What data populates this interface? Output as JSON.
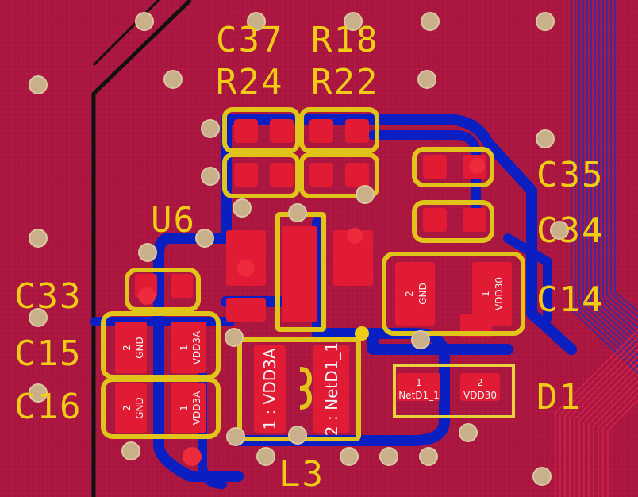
{
  "canvas": {
    "board_color": "#a8153f",
    "copper_color": "#e01b33",
    "trace_color": "#0a1fc2",
    "silk_color": "#f0cc14",
    "via_color": "#c9b08a"
  },
  "designators": {
    "c37": "C37",
    "r18": "R18",
    "r24": "R24",
    "r22": "R22",
    "c35": "C35",
    "c34": "C34",
    "u6": "U6",
    "c33": "C33",
    "c14": "C14",
    "c15": "C15",
    "c16": "C16",
    "d1": "D1",
    "l3": "L3"
  },
  "pads": {
    "c14_pad2_num": "2",
    "c14_pad2_net": "GND",
    "c14_pad1_num": "1",
    "c14_pad1_net": "VDD30",
    "c15_pad2_num": "2",
    "c15_pad2_net": "GND",
    "c15_pad1_num": "1",
    "c15_pad1_net": "VDD3A",
    "c16_pad2_num": "2",
    "c16_pad2_net": "GND",
    "c16_pad1_num": "1",
    "c16_pad1_net": "VDD3A",
    "l3_pad1": "1 : VDD3A",
    "l3_pad2": "2 : NetD1_1",
    "d1_pad1_num": "1",
    "d1_pad1_net": "NetD1_1",
    "d1_pad2_num": "2",
    "d1_pad2_net": "VDD30"
  }
}
